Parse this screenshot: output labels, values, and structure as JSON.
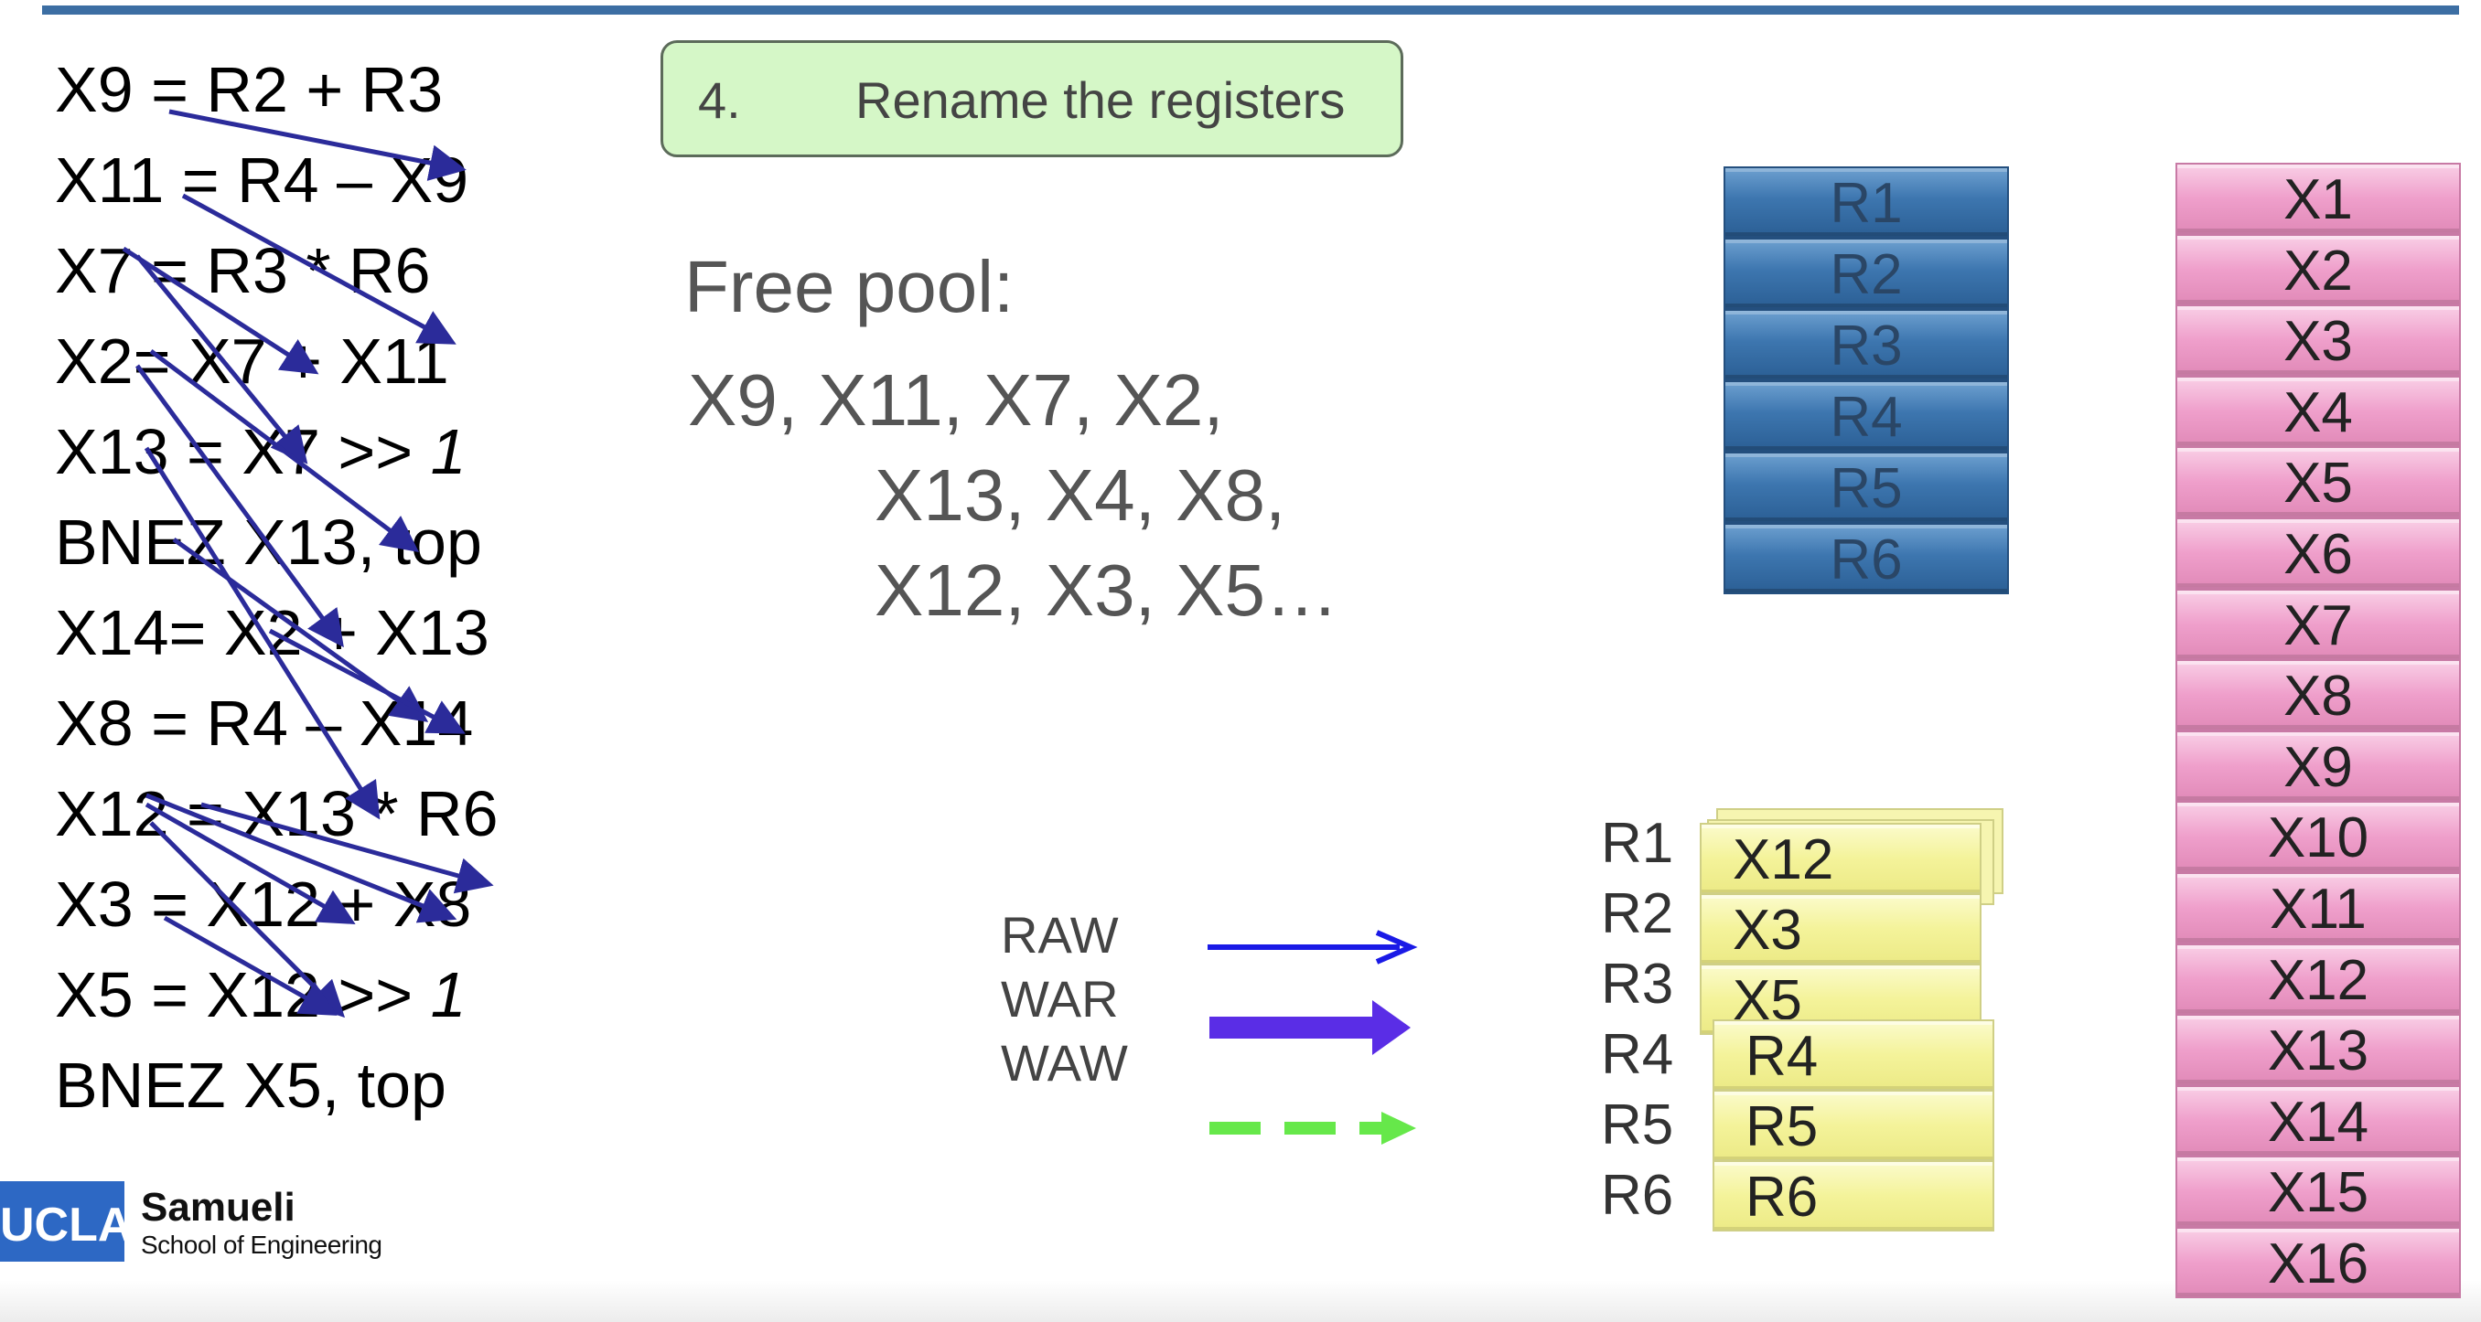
{
  "step": {
    "number": "4.",
    "text": "Rename the registers"
  },
  "code_lines": [
    {
      "text": "X9 = R2 + R3",
      "italic": ""
    },
    {
      "text": "X11 = R4 – X9",
      "italic": ""
    },
    {
      "text": "X7 = R3 * R6",
      "italic": ""
    },
    {
      "text": "X2= X7 + X11",
      "italic": ""
    },
    {
      "text": "X13 = X7 >> ",
      "italic": "1"
    },
    {
      "text": "BNEZ X13, top",
      "italic": ""
    },
    {
      "text": "X14= X2 + X13",
      "italic": ""
    },
    {
      "text": "X8 = R4 – X14",
      "italic": ""
    },
    {
      "text": "X12 = X13 * R6",
      "italic": ""
    },
    {
      "text": "X3 = X12 + X8",
      "italic": ""
    },
    {
      "text": "X5 = X12 >> ",
      "italic": "1"
    },
    {
      "text": "BNEZ X5, top",
      "italic": ""
    }
  ],
  "free_pool": {
    "title": "Free pool:",
    "lines": [
      "X9, X11, X7, X2,",
      "X13, X4, X8,",
      "X12, X3, X5…"
    ]
  },
  "arch_registers": [
    "R1",
    "R2",
    "R3",
    "R4",
    "R5",
    "R6"
  ],
  "physical_registers": [
    "X1",
    "X2",
    "X3",
    "X4",
    "X5",
    "X6",
    "X7",
    "X8",
    "X9",
    "X10",
    "X11",
    "X12",
    "X13",
    "X14",
    "X15",
    "X16"
  ],
  "rename_table": {
    "labels": [
      "R1",
      "R2",
      "R3",
      "R4",
      "R5",
      "R6"
    ],
    "values": [
      "X12",
      "X3",
      "X5",
      "R4",
      "R5",
      "R6"
    ]
  },
  "legend": [
    {
      "label": "RAW",
      "color": "#1a1ae6",
      "style": "thin"
    },
    {
      "label": "WAR",
      "color": "#5a2de6",
      "style": "thick"
    },
    {
      "label": "WAW",
      "color": "#66e84a",
      "style": "dashed"
    }
  ],
  "arrow_color": "#2b2b9a",
  "logo": {
    "mark": "UCLA",
    "name": "Samueli",
    "school": "School of Engineering"
  }
}
